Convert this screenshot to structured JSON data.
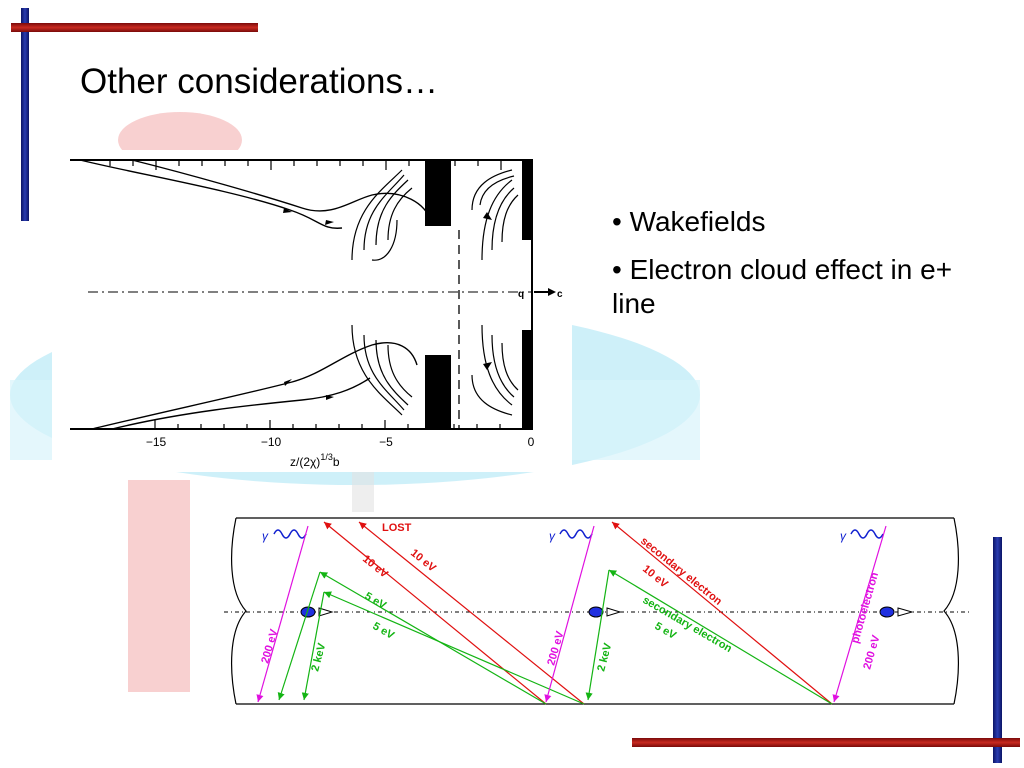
{
  "slide": {
    "title": "Other considerations…",
    "bullets": [
      "• Wakefields",
      "• Electron cloud effect in e+ line"
    ]
  },
  "wakefield_plot": {
    "x_ticks": [
      "−15",
      "−10",
      "−5",
      "0"
    ],
    "xlabel": "z/(2χ)",
    "xlabel_sup": "1/3",
    "xlabel_tail": "b",
    "charge_label": "q",
    "velocity_label": "c"
  },
  "ecloud_diagram": {
    "photon_symbol": "γ",
    "lost_label": "LOST",
    "labels": {
      "ten_ev": "10 eV",
      "five_ev": "5 eV",
      "two_kev": "2 keV",
      "two_hundred_ev": "200 eV",
      "secondary_electron": "secondary electron",
      "photoelectron": "photoelectron"
    },
    "colors": {
      "lost": "#e01010",
      "secondary": "#14b414",
      "photo": "#e010e0",
      "photon": "#1020d0"
    }
  },
  "decor": {
    "bar_blue": "#1a2a9a",
    "bar_red": "#b21e1e",
    "watermark_pink": "#f7c8c8",
    "watermark_cyan": "#c9eef8"
  }
}
